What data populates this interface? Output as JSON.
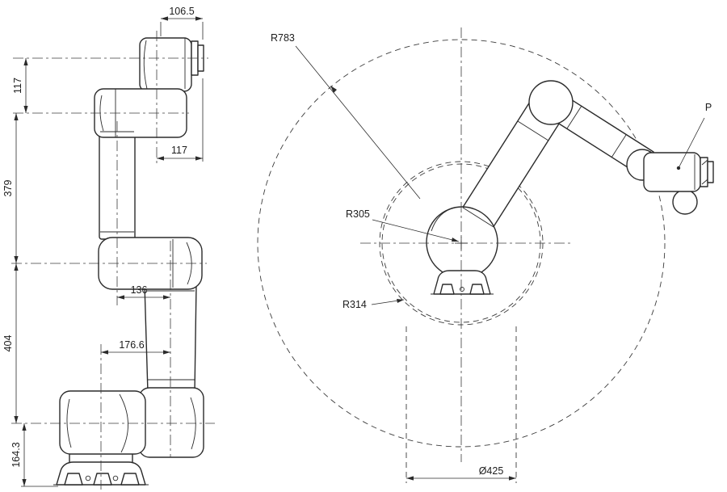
{
  "drawing": {
    "side_view": {
      "dim_106_5": "106.5",
      "dim_117_wrist": "117",
      "dim_379": "379",
      "dim_117_flange": "117",
      "dim_136": "136",
      "dim_404": "404",
      "dim_176_6": "176.6",
      "dim_164_3": "164.3"
    },
    "reach_view": {
      "label_r783": "R783",
      "label_r305": "R305",
      "label_r314": "R314",
      "label_p": "P",
      "label_dia_425": "Ø425"
    },
    "colors": {
      "line": "#2b2b2b",
      "background": "#ffffff"
    }
  }
}
